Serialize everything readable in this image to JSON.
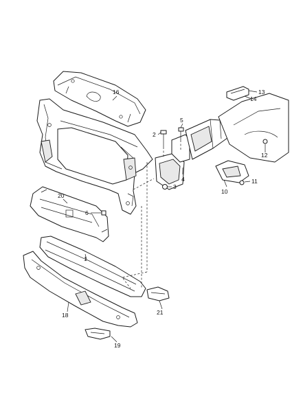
{
  "callouts": {
    "c1": "1",
    "c2": "2",
    "c3": "3",
    "c4": "4",
    "c5": "5",
    "c6": "6",
    "c10": "10",
    "c11": "11",
    "c12": "12",
    "c13": "13",
    "c14": "14",
    "c16": "16",
    "c18": "18",
    "c19": "19",
    "c20": "20",
    "c21": "21"
  },
  "colors": {
    "line": "#1a1a1a",
    "background": "#ffffff",
    "shade": "#e8e8e8"
  }
}
